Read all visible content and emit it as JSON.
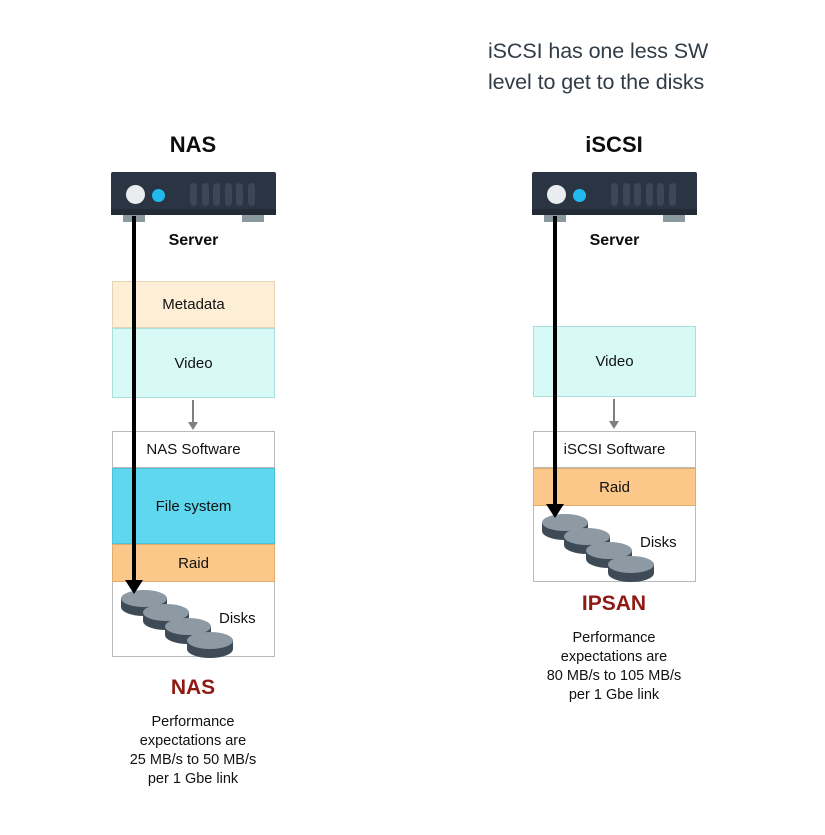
{
  "note": {
    "line1": "iSCSI has one less SW",
    "line2": "level to get to the disks"
  },
  "colors": {
    "metadata_fill": "#FDEED6",
    "video_fill": "#D7FAF6",
    "filesystem_fill": "#5FD8EF",
    "raid_fill": "#FBC889",
    "box_fill": "#FFFFFF",
    "server_body": "#2B3442",
    "server_led": "#20B9F0",
    "disk_body": "#3E4B57",
    "disk_top": "#8D99A3",
    "caption_accent": "#8E1B13",
    "note_text": "#323C46",
    "thin_arrow": "#808080",
    "thick_arrow": "#000000"
  },
  "columns": [
    {
      "id": "nas",
      "title": "NAS",
      "server_label": "Server",
      "data_layers": [
        {
          "name": "Metadata",
          "fill": "#FDEED6"
        },
        {
          "name": "Video",
          "fill": "#D7FAF6"
        }
      ],
      "stack_layers": [
        {
          "name": "NAS Software",
          "fill": "#FFFFFF"
        },
        {
          "name": "File system",
          "fill": "#5FD8EF"
        },
        {
          "name": "Raid",
          "fill": "#FBC889"
        }
      ],
      "disks_label": "Disks",
      "disk_count": 4,
      "caption": {
        "title": "NAS",
        "line1": "Performance",
        "line2": "expectations are",
        "line3": "25 MB/s to 50 MB/s",
        "line4": "per 1 Gbe link"
      }
    },
    {
      "id": "iscsi",
      "title": "iSCSI",
      "server_label": "Server",
      "data_layers": [
        {
          "name": "Video",
          "fill": "#D7FAF6"
        }
      ],
      "stack_layers": [
        {
          "name": "iSCSI Software",
          "fill": "#FFFFFF"
        },
        {
          "name": "Raid",
          "fill": "#FBC889"
        }
      ],
      "disks_label": "Disks",
      "disk_count": 4,
      "caption": {
        "title": "IPSAN",
        "line1": "Performance",
        "line2": "expectations are",
        "line3": "80 MB/s to 105 MB/s",
        "line4": "per 1 Gbe link"
      }
    }
  ]
}
